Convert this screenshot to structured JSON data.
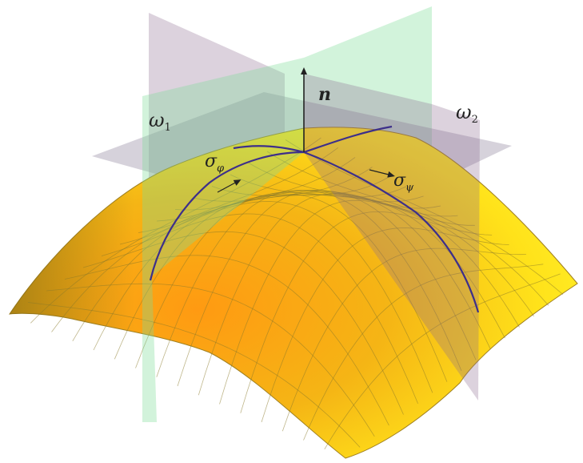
{
  "labels": {
    "normal": "n",
    "plane_1": "ω",
    "plane_1_sub": "1",
    "plane_2": "ω",
    "plane_2_sub": "2",
    "curve_1": "σ",
    "curve_1_sub": "φ",
    "curve_2": "σ",
    "curve_2_sub": "ψ"
  },
  "colors": {
    "plane_1": "#7fdc97",
    "plane_2": "#8b6a8e",
    "tangent_plane": "#8a7f99",
    "surface_top": "#ffe21a",
    "surface_mid": "#f7a312",
    "surface_dark": "#9a7c1e",
    "grid": "#8b7a2a",
    "curve": "#3d2f8a",
    "arrow": "#222222"
  }
}
